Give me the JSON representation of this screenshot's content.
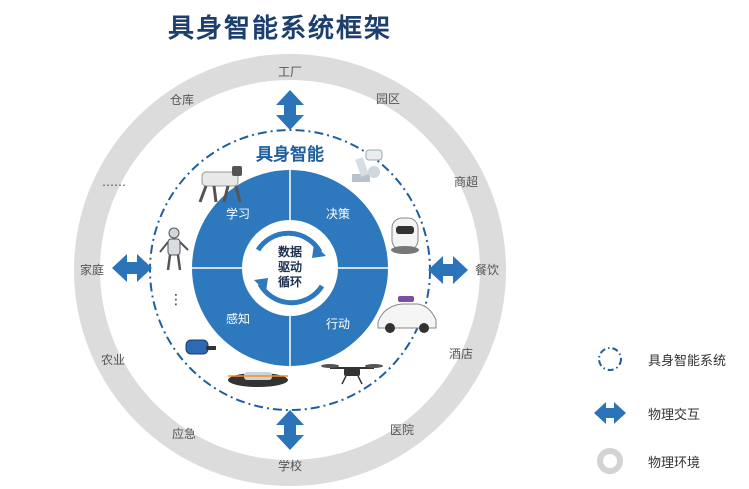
{
  "title": "具身智能系统框架",
  "system_label": "具身智能",
  "outer_ring_labels": {
    "top": "工厂",
    "top_right": "园区",
    "right_upper": "商超",
    "right": "餐饮",
    "right_lower": "酒店",
    "bottom_right": "医院",
    "bottom": "学校",
    "bottom_left": "应急",
    "left_lower": "农业",
    "left": "家庭",
    "top_left": "仓库",
    "left_dots": "……"
  },
  "quadrants": {
    "learn": "学习",
    "decide": "决策",
    "perceive": "感知",
    "act": "行动"
  },
  "center": {
    "line1": "数据",
    "line2": "驱动",
    "line3": "循环"
  },
  "side_dots": "⋮",
  "legend": {
    "system": "具身智能系统",
    "interaction": "物理交互",
    "environment": "物理环境"
  },
  "colors": {
    "ring_gray": "#dcdcdc",
    "core_blue": "#2e78bd",
    "arrow_blue": "#2b74b9",
    "dash_blue": "#1f5fa0",
    "title_navy": "#1c3f6e"
  }
}
